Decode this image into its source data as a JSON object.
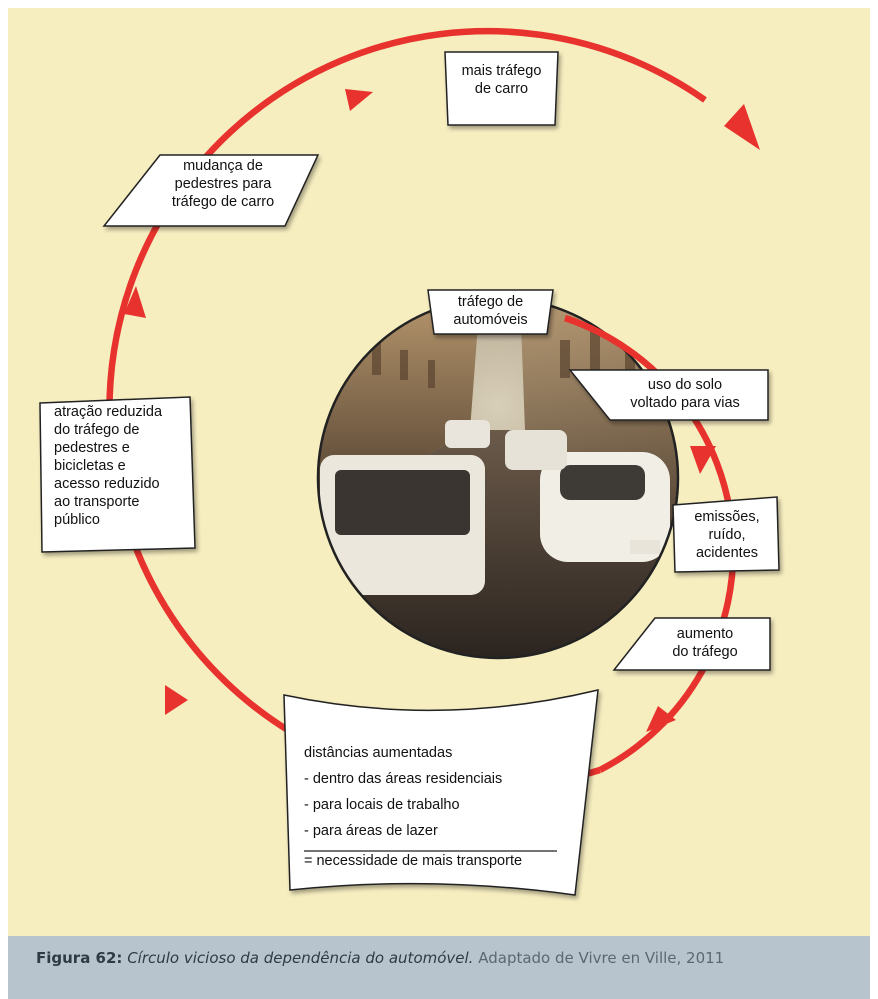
{
  "diagram": {
    "colors": {
      "background": "#f7eec0",
      "arrow": "#e8322d",
      "box_fill": "#ffffff",
      "box_stroke": "#222222",
      "caption_bg": "#b7c4ce"
    },
    "outer_cycle": [
      "mais tráfego\nde carro",
      "mudança de\npedestres para\ntráfego de carro",
      "atração reduzida\ndo tráfego de\npedestres e\nbicicletas e\nacesso reduzido\nao transporte\npúblico"
    ],
    "inner_cycle": [
      "tráfego de\nautomóveis",
      "uso do solo\nvoltado para vias",
      "emissões,\nruído,\nacidentes",
      "aumento\ndo tráfego"
    ],
    "bottom_box": {
      "title": "distâncias aumentadas",
      "items": [
        "- dentro das áreas residenciais",
        "- para locais de trabalho",
        "- para áreas de lazer"
      ],
      "result": "= necessidade de mais transporte"
    },
    "photo": {
      "description": "street-traffic-photo"
    }
  },
  "caption": {
    "label": "Figura 62:",
    "title": "Círculo vicioso da dependência do automóvel.",
    "source": "Adaptado de Vivre en Ville, 2011"
  }
}
